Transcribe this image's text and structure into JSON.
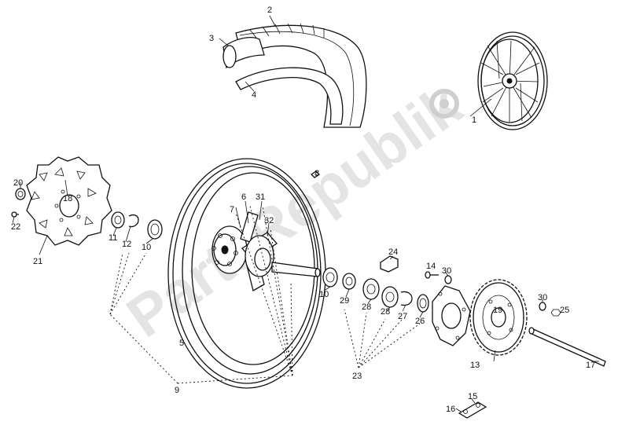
{
  "watermark": {
    "text": "PartsRepublik",
    "color": "#c8c8c8"
  },
  "callouts": {
    "c1": "1",
    "c2": "2",
    "c3": "3",
    "c4": "4",
    "c5": "5",
    "c6": "6",
    "c7": "7",
    "c8": "8",
    "c9": "9",
    "c10a": "10",
    "c10b": "10",
    "c11": "11",
    "c12": "12",
    "c13": "13",
    "c14": "14",
    "c15": "15",
    "c16": "16",
    "c17": "17",
    "c18": "18",
    "c19": "19",
    "c20": "20",
    "c21": "21",
    "c22": "22",
    "c23": "23",
    "c24": "24",
    "c25": "25",
    "c26": "26",
    "c27": "27",
    "c28a": "28",
    "c28b": "28",
    "c29": "29",
    "c30a": "30",
    "c30b": "30",
    "c31": "31",
    "c32": "32"
  },
  "colors": {
    "line": "#111111",
    "background": "#ffffff"
  }
}
